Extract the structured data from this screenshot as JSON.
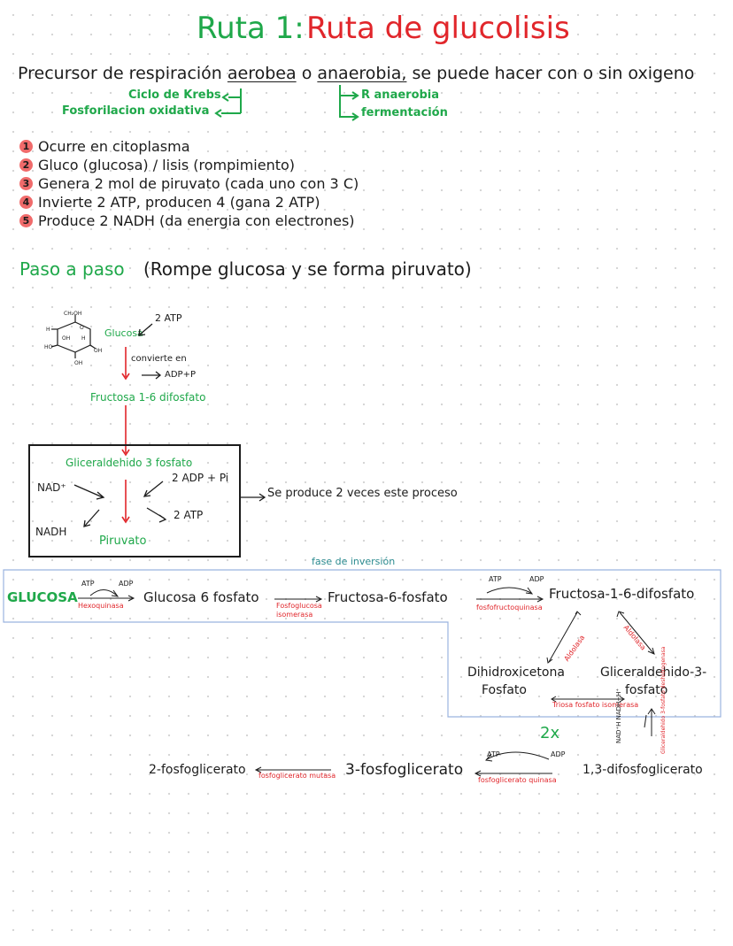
{
  "title": {
    "part1": "Ruta 1:",
    "part2": "Ruta de glucolisis"
  },
  "intro": {
    "prefix": "Precursor de respiración",
    "aerobea": "aerobea",
    "o": "o",
    "anaerobia": "anaerobia,",
    "suffix": "se puede hacer con o sin oxigeno",
    "left_branch": [
      "Ciclo de Krebs",
      "Fosforilacion oxidativa"
    ],
    "right_branch": [
      "R anaerobia",
      "fermentación"
    ]
  },
  "facts": [
    {
      "n": "1",
      "text": "Ocurre en citoplasma"
    },
    {
      "n": "2",
      "text": "Gluco (glucosa) / lisis (rompimiento)"
    },
    {
      "n": "3",
      "text": "Genera 2 mol de piruvato (cada uno con 3 C)"
    },
    {
      "n": "4",
      "text": "Invierte 2 ATP, producen 4 (gana 2 ATP)"
    },
    {
      "n": "5",
      "text": "Produce 2 NADH (da energia con electrones)"
    }
  ],
  "paso": {
    "label": "Paso a paso",
    "sub": "(Rompe glucosa y se forma piruvato)"
  },
  "simple_path": {
    "glucosa": "Glucosa",
    "atp_in": "2 ATP",
    "convierte": "convierte en",
    "adp_out": "ADP+P",
    "fructosa": "Fructosa 1-6 difosfato",
    "ring_top": "CH₂OH",
    "ring_labels": [
      "H",
      "OH",
      "OH",
      "H",
      "OH",
      "H",
      "OH"
    ],
    "gliceraldehido": "Gliceraldehido 3 fosfato",
    "nad": "NAD⁺",
    "nadh": "NADH",
    "adp_pi": "2 ADP + Pi",
    "atp2": "2 ATP",
    "piruvato": "Piruvato",
    "repeat_note": "Se produce 2 veces este proceso"
  },
  "detailed_path": {
    "fase": "fase de inversión",
    "glucosa": "GLUCOSA",
    "atp1": "ATP",
    "adp1": "ADP",
    "enz1": "Hexoquinasa",
    "g6p": "Glucosa 6 fosfato",
    "enz2a": "Fosfoglucosa",
    "enz2b": "isomerasa",
    "f6p": "Fructosa-6-fosfato",
    "atp2": "ATP",
    "adp2": "ADP",
    "enz3": "fosfofructoquinasa",
    "f16bp": "Fructosa-1-6-difosfato",
    "aldolasa1": "Aldolasa",
    "aldolasa2": "Aldolasa",
    "dhap1": "Dihidroxicetona",
    "dhap2": "Fosfato",
    "g3p1": "Gliceraldehido-3-",
    "g3p2": "fosfato",
    "enz_tpi": "Triosa fosfato isomerasa",
    "twox": "2x",
    "nad_side": "NAD⁺H NADH+H⁺",
    "enz_gapdh": "Gliceraldehido 3-fosfato deshidrogenasa",
    "bpg": "1,3-difosfoglicerato",
    "atp3": "ATP",
    "adp3": "ADP",
    "enz_pgk": "fosfoglicerato quinasa",
    "pg3": "3-fosfoglicerato",
    "enz_pgm": "fosfoglicerato mutasa",
    "pg2": "2-fosfoglicerato"
  }
}
